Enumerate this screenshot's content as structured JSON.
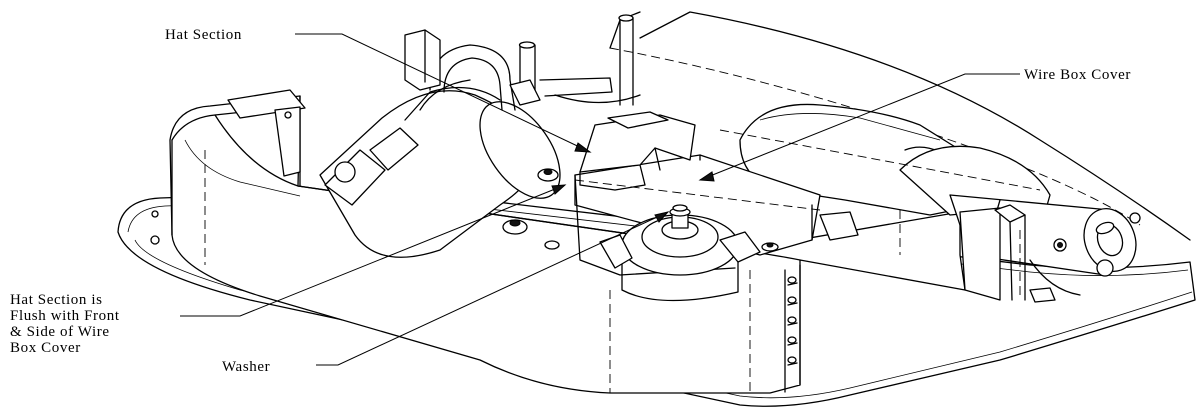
{
  "callouts": {
    "hat_section": "Hat Section",
    "wire_box_cover": "Wire Box Cover",
    "hat_flush_lines": [
      "Hat Section is",
      "Flush with Front",
      "& Side of Wire",
      "Box Cover"
    ],
    "washer": "Washer"
  }
}
